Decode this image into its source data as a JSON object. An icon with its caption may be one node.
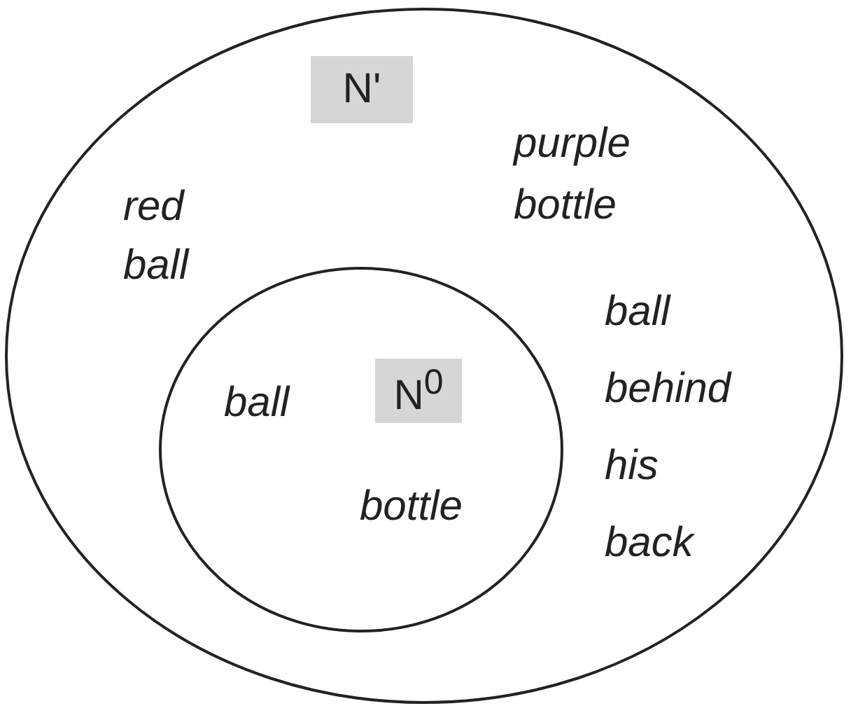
{
  "diagram": {
    "nodes": [
      {
        "text": [
          "red ball",
          "purple bottle",
          "ball behind his back"
        ]
      },
      {
        "text": [
          "N'"
        ],
        "in": 0
      },
      {
        "text": [
          "ball",
          "bottle"
        ],
        "in": 0
      },
      {
        "text": [
          "N$^{0}$"
        ],
        "in": 2
      }
    ]
  }
}
